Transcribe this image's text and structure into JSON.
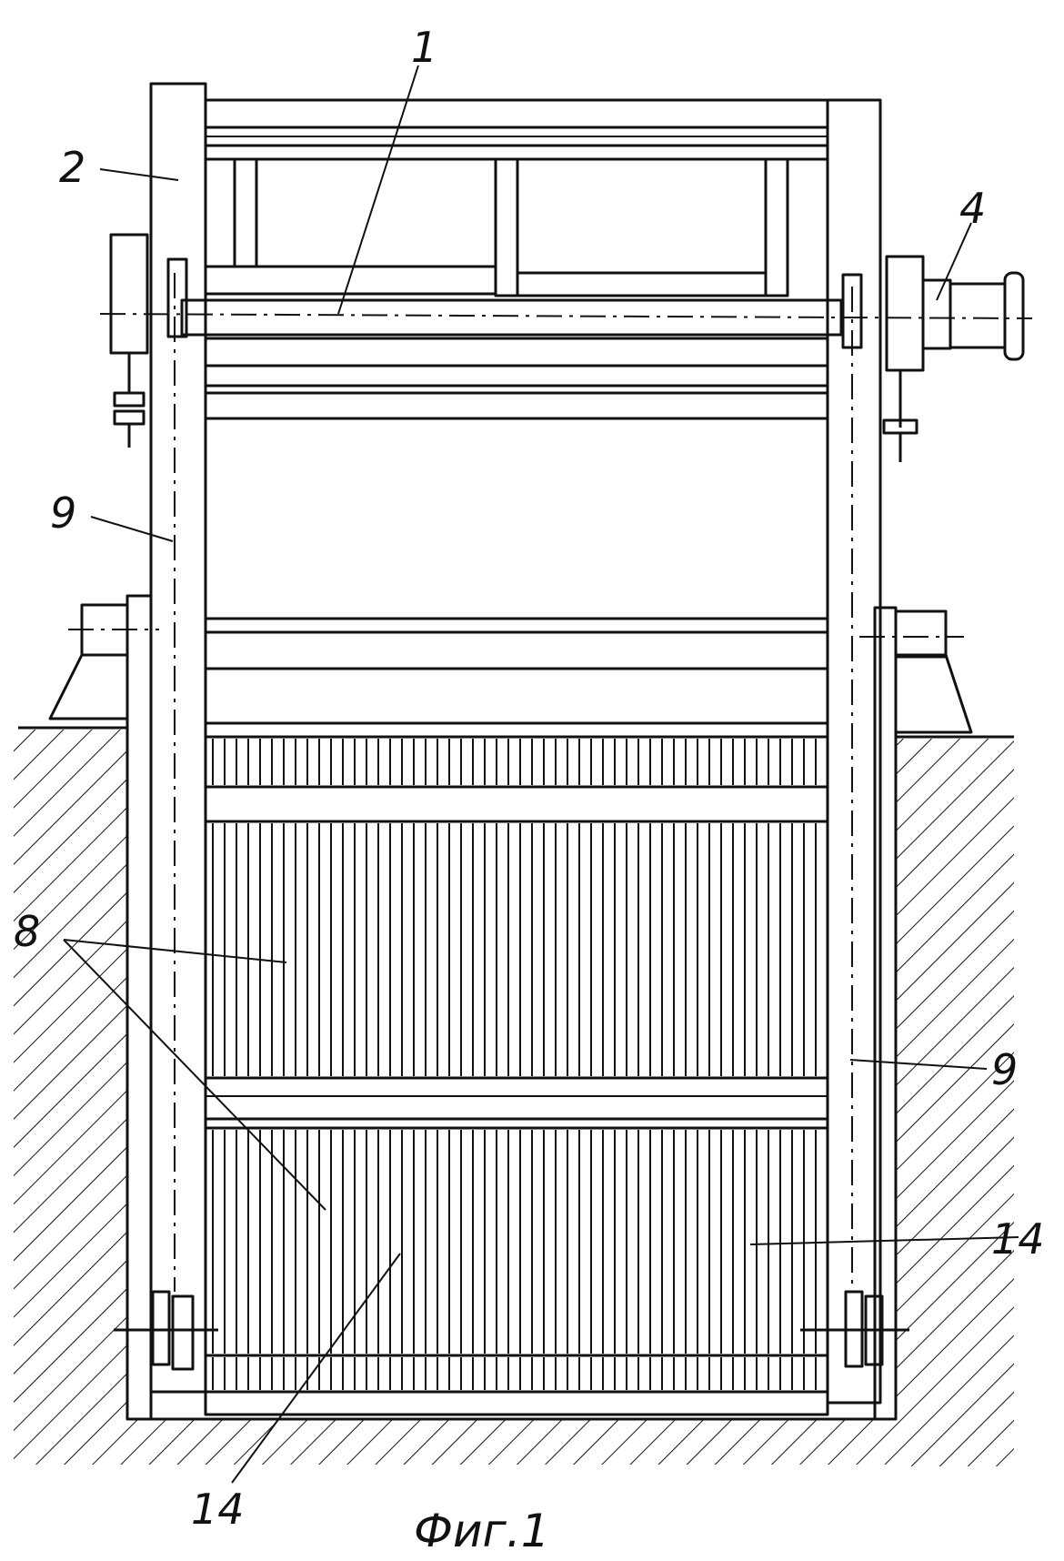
{
  "figure": {
    "caption": "Фиг.1",
    "callouts": [
      {
        "id": "c1",
        "text": "1"
      },
      {
        "id": "c2",
        "text": "2"
      },
      {
        "id": "c4",
        "text": "4"
      },
      {
        "id": "c9a",
        "text": "9"
      },
      {
        "id": "c9b",
        "text": "9"
      },
      {
        "id": "c8",
        "text": "8"
      },
      {
        "id": "c14a",
        "text": "14"
      },
      {
        "id": "c14b",
        "text": "14"
      }
    ]
  },
  "colors": {
    "ink": "#111111",
    "paper": "#ffffff"
  }
}
